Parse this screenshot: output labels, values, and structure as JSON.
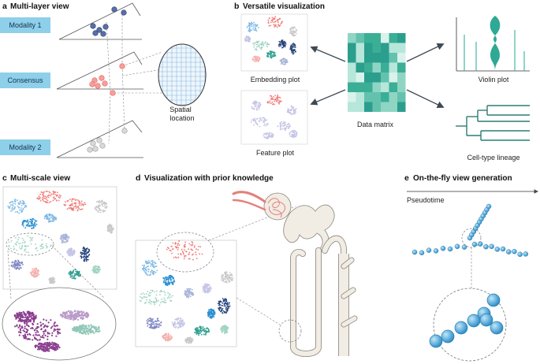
{
  "panels": {
    "a": {
      "letter": "a",
      "title": "Multi-layer view",
      "modality1": "Modality 1",
      "consensus": "Consensus",
      "modality2": "Modality 2",
      "spatial_line1": "Spatial",
      "spatial_line2": "location"
    },
    "b": {
      "letter": "b",
      "title": "Versatile visualization",
      "embedding_plot": "Embedding plot",
      "feature_plot": "Feature plot",
      "data_matrix": "Data matrix",
      "violin_plot": "Violin plot",
      "lineage": "Cell-type lineage"
    },
    "c": {
      "letter": "c",
      "title": "Multi-scale view"
    },
    "d": {
      "letter": "d",
      "title": "Visualization with prior knowledge"
    },
    "e": {
      "letter": "e",
      "title": "On-the-fly view generation",
      "pseudotime": "Pseudotime"
    }
  },
  "colors": {
    "modality_box": "#8ecfe9",
    "teal_dark": "#2c9e8e",
    "teal_light": "#cfeee7",
    "salmon": "#f07b77",
    "navy": "#23407a",
    "sky": "#7fb9e6",
    "purple": "#8a3f8f",
    "mint": "#9fd4c3",
    "gray": "#c8c8c8",
    "kidney_fill": "#f1ece4",
    "bead_blue": "#4aa7d8"
  },
  "icons": [
    "arrow-icon",
    "grid-ellipse-icon",
    "kidney-nephron-icon",
    "magnifier-circle-icon"
  ]
}
